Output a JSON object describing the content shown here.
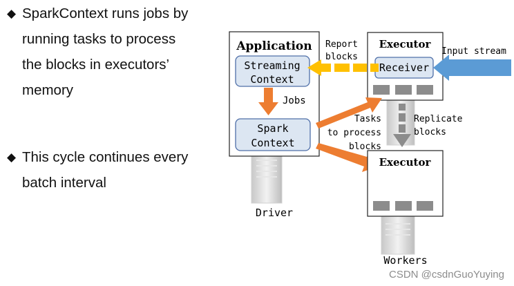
{
  "bullets": [
    {
      "mark": "◆",
      "lines": [
        "SparkContext runs jobs by",
        "running tasks to process",
        "the blocks in executors’",
        "memory"
      ]
    },
    {
      "mark": "◆",
      "lines": [
        "This cycle continues every",
        "batch interval"
      ]
    }
  ],
  "diagram": {
    "application_title": "Application",
    "streaming_context": [
      "Streaming",
      "Context"
    ],
    "spark_context": [
      "Spark",
      "Context"
    ],
    "jobs_label": "Jobs",
    "driver_label": "Driver",
    "report_blocks": [
      "Report",
      "blocks"
    ],
    "executor_top_title": "Executor",
    "receiver_label": "Receiver",
    "input_stream_label": "Input stream",
    "replicate_blocks": [
      "Replicate",
      "blocks"
    ],
    "tasks_label": [
      "Tasks",
      "to process",
      "blocks"
    ],
    "executor_bottom_title": "Executor",
    "workers_label": "Workers"
  },
  "watermark": "CSDN @csdnGuoYuying",
  "colors": {
    "inner_box_fill": "#dce6f2",
    "inner_box_stroke": "#4f6fa8",
    "orange_arrow": "#ed7d31",
    "yellow_arrow": "#ffc000",
    "blue_arrow": "#5b9bd5",
    "block_gray": "#8c8c8c",
    "server_gray": "#d9d9d9"
  }
}
